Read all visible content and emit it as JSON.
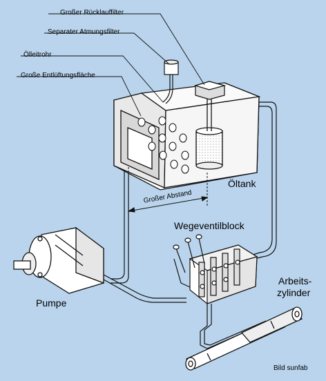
{
  "labels": {
    "rueckfilter": "Großer Rücklauffilter",
    "atmungsfilter": "Separater Atmungsfilter",
    "oelleitrohr": "Ölleitrohr",
    "entlueftung": "Große Entlüftungsfläche",
    "abstand": "Großer Abstand",
    "oeltank": "Öltank",
    "wegeventil": "Wegeventilblock",
    "pumpe": "Pumpe",
    "arbeits_1": "Arbeits-",
    "arbeits_2": "zylinder",
    "credit": "Bild sunfab"
  },
  "colors": {
    "background": "#b9d4ec",
    "line": "#111111",
    "tank_fill": "#ffffff",
    "tank_shade": "#cfcfcf"
  }
}
